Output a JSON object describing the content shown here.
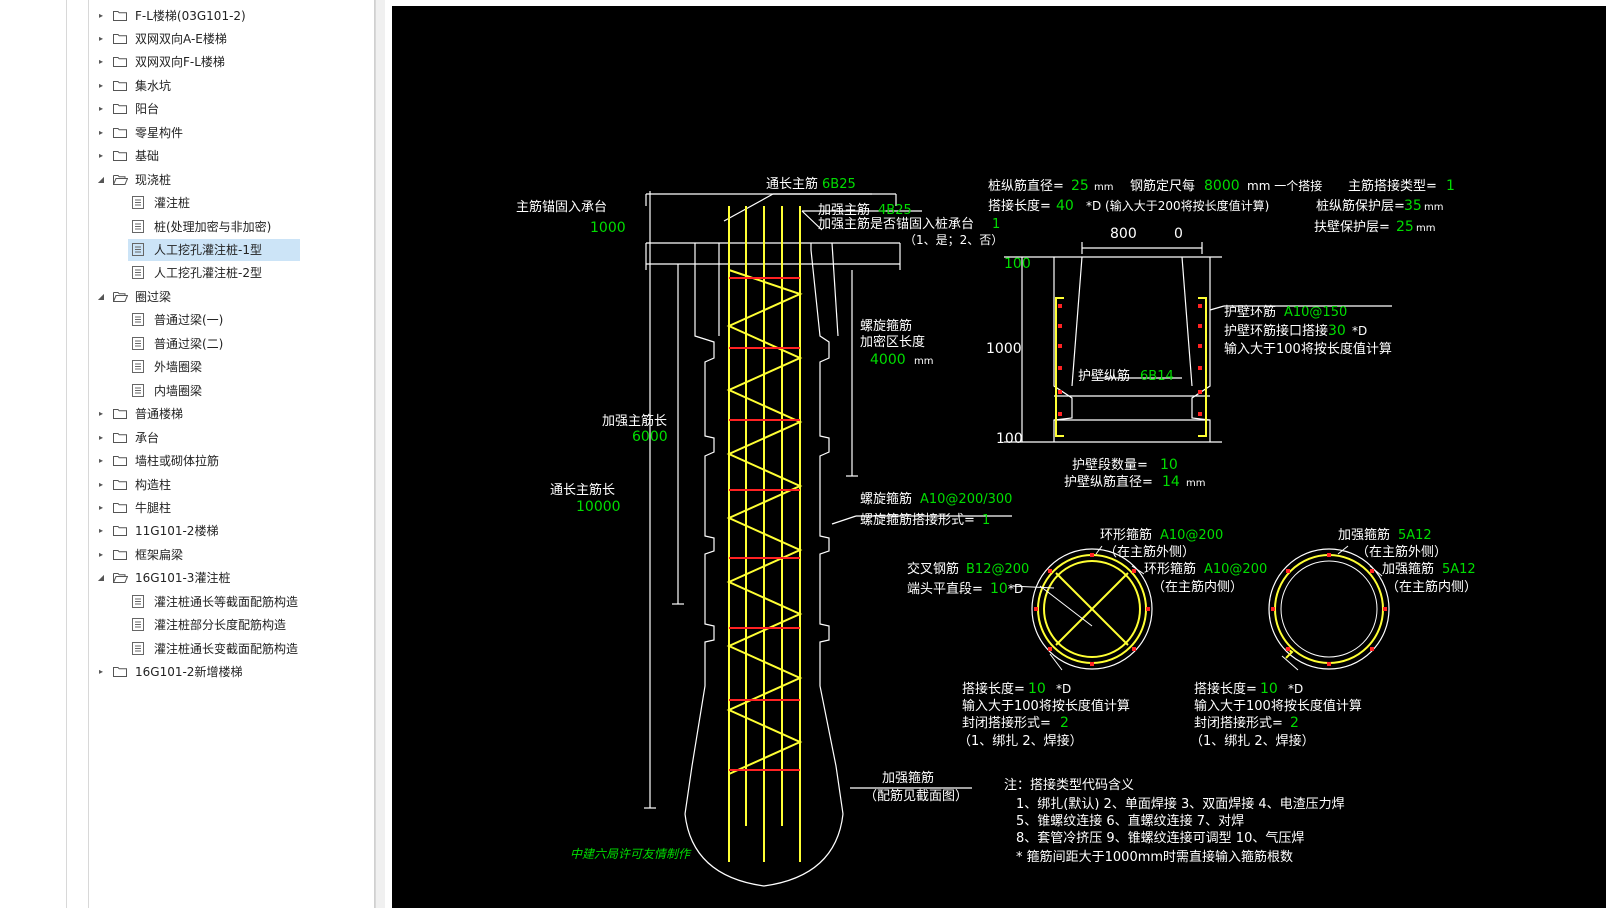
{
  "tree": {
    "items": [
      {
        "label": "F-L楼梯(03G101-2)",
        "type": "folder",
        "level": 0,
        "expanded": false
      },
      {
        "label": "双网双向A-E楼梯",
        "type": "folder",
        "level": 0,
        "expanded": false
      },
      {
        "label": "双网双向F-L楼梯",
        "type": "folder",
        "level": 0,
        "expanded": false
      },
      {
        "label": "集水坑",
        "type": "folder",
        "level": 0,
        "expanded": false
      },
      {
        "label": "阳台",
        "type": "folder",
        "level": 0,
        "expanded": false
      },
      {
        "label": "零星构件",
        "type": "folder",
        "level": 0,
        "expanded": false
      },
      {
        "label": "基础",
        "type": "folder",
        "level": 0,
        "expanded": false
      },
      {
        "label": "现浇桩",
        "type": "folder",
        "level": 0,
        "expanded": true
      },
      {
        "label": "灌注桩",
        "type": "doc",
        "level": 1
      },
      {
        "label": "桩(处理加密与非加密)",
        "type": "doc",
        "level": 1
      },
      {
        "label": "人工挖孔灌注桩-1型",
        "type": "doc",
        "level": 1,
        "selected": true
      },
      {
        "label": "人工挖孔灌注桩-2型",
        "type": "doc",
        "level": 1
      },
      {
        "label": "圈过梁",
        "type": "folder",
        "level": 0,
        "expanded": true
      },
      {
        "label": "普通过梁(一)",
        "type": "doc",
        "level": 1
      },
      {
        "label": "普通过梁(二)",
        "type": "doc",
        "level": 1
      },
      {
        "label": "外墙圈梁",
        "type": "doc",
        "level": 1
      },
      {
        "label": "内墙圈梁",
        "type": "doc",
        "level": 1
      },
      {
        "label": "普通楼梯",
        "type": "folder",
        "level": 0,
        "expanded": false
      },
      {
        "label": "承台",
        "type": "folder",
        "level": 0,
        "expanded": false
      },
      {
        "label": "墙柱或砌体拉筋",
        "type": "folder",
        "level": 0,
        "expanded": false
      },
      {
        "label": "构造柱",
        "type": "folder",
        "level": 0,
        "expanded": false
      },
      {
        "label": "牛腿柱",
        "type": "folder",
        "level": 0,
        "expanded": false
      },
      {
        "label": "11G101-2楼梯",
        "type": "folder",
        "level": 0,
        "expanded": false
      },
      {
        "label": "框架扁梁",
        "type": "folder",
        "level": 0,
        "expanded": false
      },
      {
        "label": "16G101-3灌注桩",
        "type": "folder",
        "level": 0,
        "expanded": true
      },
      {
        "label": "灌注桩通长等截面配筋构造",
        "type": "doc",
        "level": 1
      },
      {
        "label": "灌注桩部分长度配筋构造",
        "type": "doc",
        "level": 1
      },
      {
        "label": "灌注桩通长变截面配筋构造",
        "type": "doc",
        "level": 1
      },
      {
        "label": "16G101-2新增楼梯",
        "type": "folder",
        "level": 0,
        "expanded": false
      }
    ]
  },
  "drawing": {
    "colors": {
      "bg": "#000000",
      "line": "#ffffff",
      "value": "#00dd00",
      "rebar": "#ffff33",
      "stirrup": "#ff2222"
    },
    "left": {
      "anchor_label": "主筋锚固入承台",
      "anchor_value": "1000",
      "main_bar_label": "通长主筋",
      "main_bar_value": "6B25",
      "add_bar_label": "加强主筋",
      "add_bar_value": "4B25",
      "add_anchor_label": "加强主筋是否锚固入桩承台",
      "add_anchor_value": "1",
      "add_anchor_opts": "（1、是；2、否）",
      "spiral_label1": "螺旋箍筋",
      "spiral_label2": "加密区长度",
      "spiral_dense_value": "4000",
      "unit_mm": "mm",
      "add_len_label": "加强主筋长",
      "add_len_value": "6000",
      "full_len_label": "通长主筋长",
      "full_len_value": "10000",
      "spiral_spec_label": "螺旋箍筋",
      "spiral_spec_value": "A10@200/300",
      "spiral_lap_label": "螺旋箍筋搭接形式=",
      "spiral_lap_value": "1",
      "add_stirrup_label": "加强箍筋",
      "add_stirrup_note": "（配筋见截面图）",
      "credit": "中建六局许可友情制作"
    },
    "top": {
      "pile_dia_label": "桩纵筋直径=",
      "pile_dia_value": "25",
      "unit_mm": "mm",
      "fixed_len_label": "钢筋定尺每",
      "fixed_len_value": "8000",
      "fixed_len_tail": "mm 一个搭接",
      "lap_type_label": "主筋搭接类型=",
      "lap_type_value": "1",
      "lap_len_label": "搭接长度=",
      "lap_len_value": "40",
      "lap_len_tail": "*D (输入大于200将按长度值计算)",
      "cover_label": "桩纵筋保护层=",
      "cover_value": "35",
      "wall_cover_label": "扶壁保护层=",
      "wall_cover_value": "25"
    },
    "wall": {
      "w800": "800",
      "w0": "0",
      "h100a": "100",
      "h1000": "1000",
      "h100b": "100",
      "ring_label": "护壁环筋",
      "ring_value": "A10@150",
      "ring_lap_label": "护壁环筋接口搭接",
      "ring_lap_value": "30",
      "ring_lap_tail": "*D",
      "ring_lap_note": "输入大于100将按长度值计算",
      "long_label": "护壁纵筋",
      "long_value": "6B14",
      "seg_label": "护壁段数量=",
      "seg_value": "10",
      "long_dia_label": "护壁纵筋直径=",
      "long_dia_value": "14",
      "unit_mm": "mm"
    },
    "sec1": {
      "ring_label": "环形箍筋",
      "ring_value": "A10@200",
      "ring_note": "（在主筋外侧）",
      "cross_label": "交叉钢筋",
      "cross_value": "B12@200",
      "inner_label": "环形箍筋",
      "inner_value": "A10@200",
      "inner_note": "（在主筋内侧）",
      "end_label": "端头平直段=",
      "end_value": "10",
      "end_tail": "*D",
      "lap_label": "搭接长度=",
      "lap_value": "10",
      "lap_tail": "*D",
      "lap_note": "输入大于100将按长度值计算",
      "close_label": "封闭搭接形式=",
      "close_value": "2",
      "close_opts": "（1、绑扎  2、焊接）"
    },
    "sec2": {
      "add_label": "加强箍筋",
      "add_value": "5A12",
      "add_note": "（在主筋外侧）",
      "add2_label": "加强箍筋",
      "add2_value": "5A12",
      "add2_note": "（在主筋内侧）",
      "lap_label": "搭接长度=",
      "lap_value": "10",
      "lap_tail": "*D",
      "lap_note": "输入大于100将按长度值计算",
      "close_label": "封闭搭接形式=",
      "close_value": "2",
      "close_opts": "（1、绑扎  2、焊接）"
    },
    "notes": {
      "title": "注：搭接类型代码含义",
      "line1": "1、绑扎(默认)    2、单面焊接    3、双面焊接    4、电渣压力焊",
      "line2": "5、锥螺纹连接    6、直螺纹连接    7、对焊",
      "line3": "8、套管冷挤压    9、锥螺纹连接可调型    10、气压焊",
      "line4": "* 箍筋间距大于1000mm时需直接输入箍筋根数"
    }
  }
}
